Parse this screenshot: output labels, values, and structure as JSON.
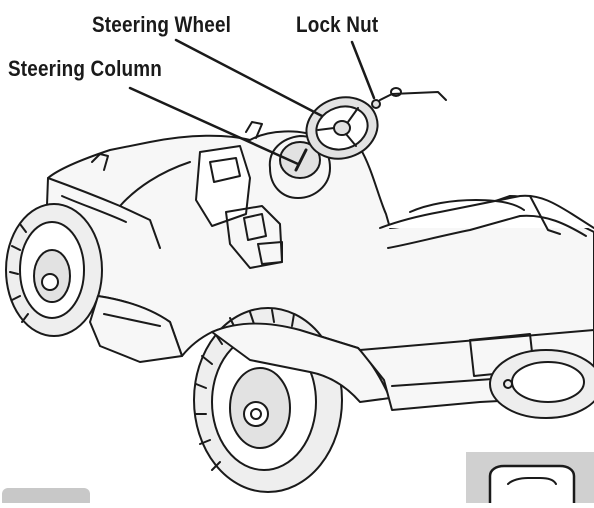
{
  "labels": {
    "steering_wheel": "Steering Wheel",
    "lock_nut": "Lock Nut",
    "steering_column": "Steering Column"
  },
  "colors": {
    "line": "#1a1a1a",
    "body_fill": "#f7f7f7",
    "shade": "#e2e2e2",
    "tire_fill": "#eeeeee",
    "inset_bg": "#d0d0d0",
    "tab_fill": "#c8c8c8"
  }
}
